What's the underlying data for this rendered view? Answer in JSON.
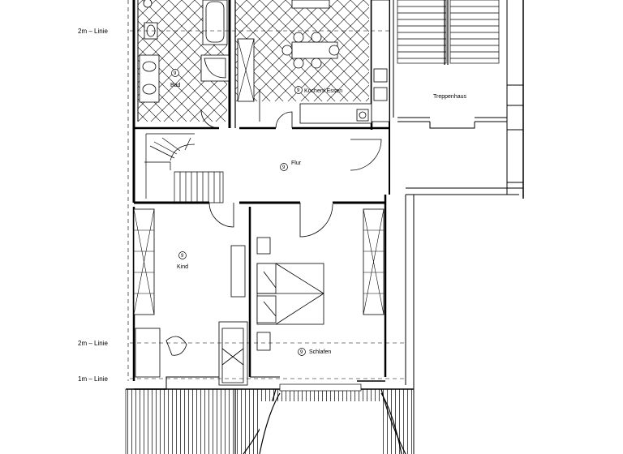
{
  "side_labels": {
    "line_2m_top": "2m – Linie",
    "line_2m_bottom": "2m – Linie",
    "line_1m": "1m – Linie"
  },
  "rooms": {
    "bad": {
      "number": "9",
      "name": "Bad"
    },
    "kueche": {
      "number": "9",
      "name": "Kochen/ Essen"
    },
    "treppenhaus": {
      "name": "Treppenhaus"
    },
    "flur": {
      "number": "9",
      "name": "Flur"
    },
    "kind": {
      "number": "9",
      "name": "Kind"
    },
    "schlafen": {
      "number": "9",
      "name": "Schlafen"
    }
  }
}
